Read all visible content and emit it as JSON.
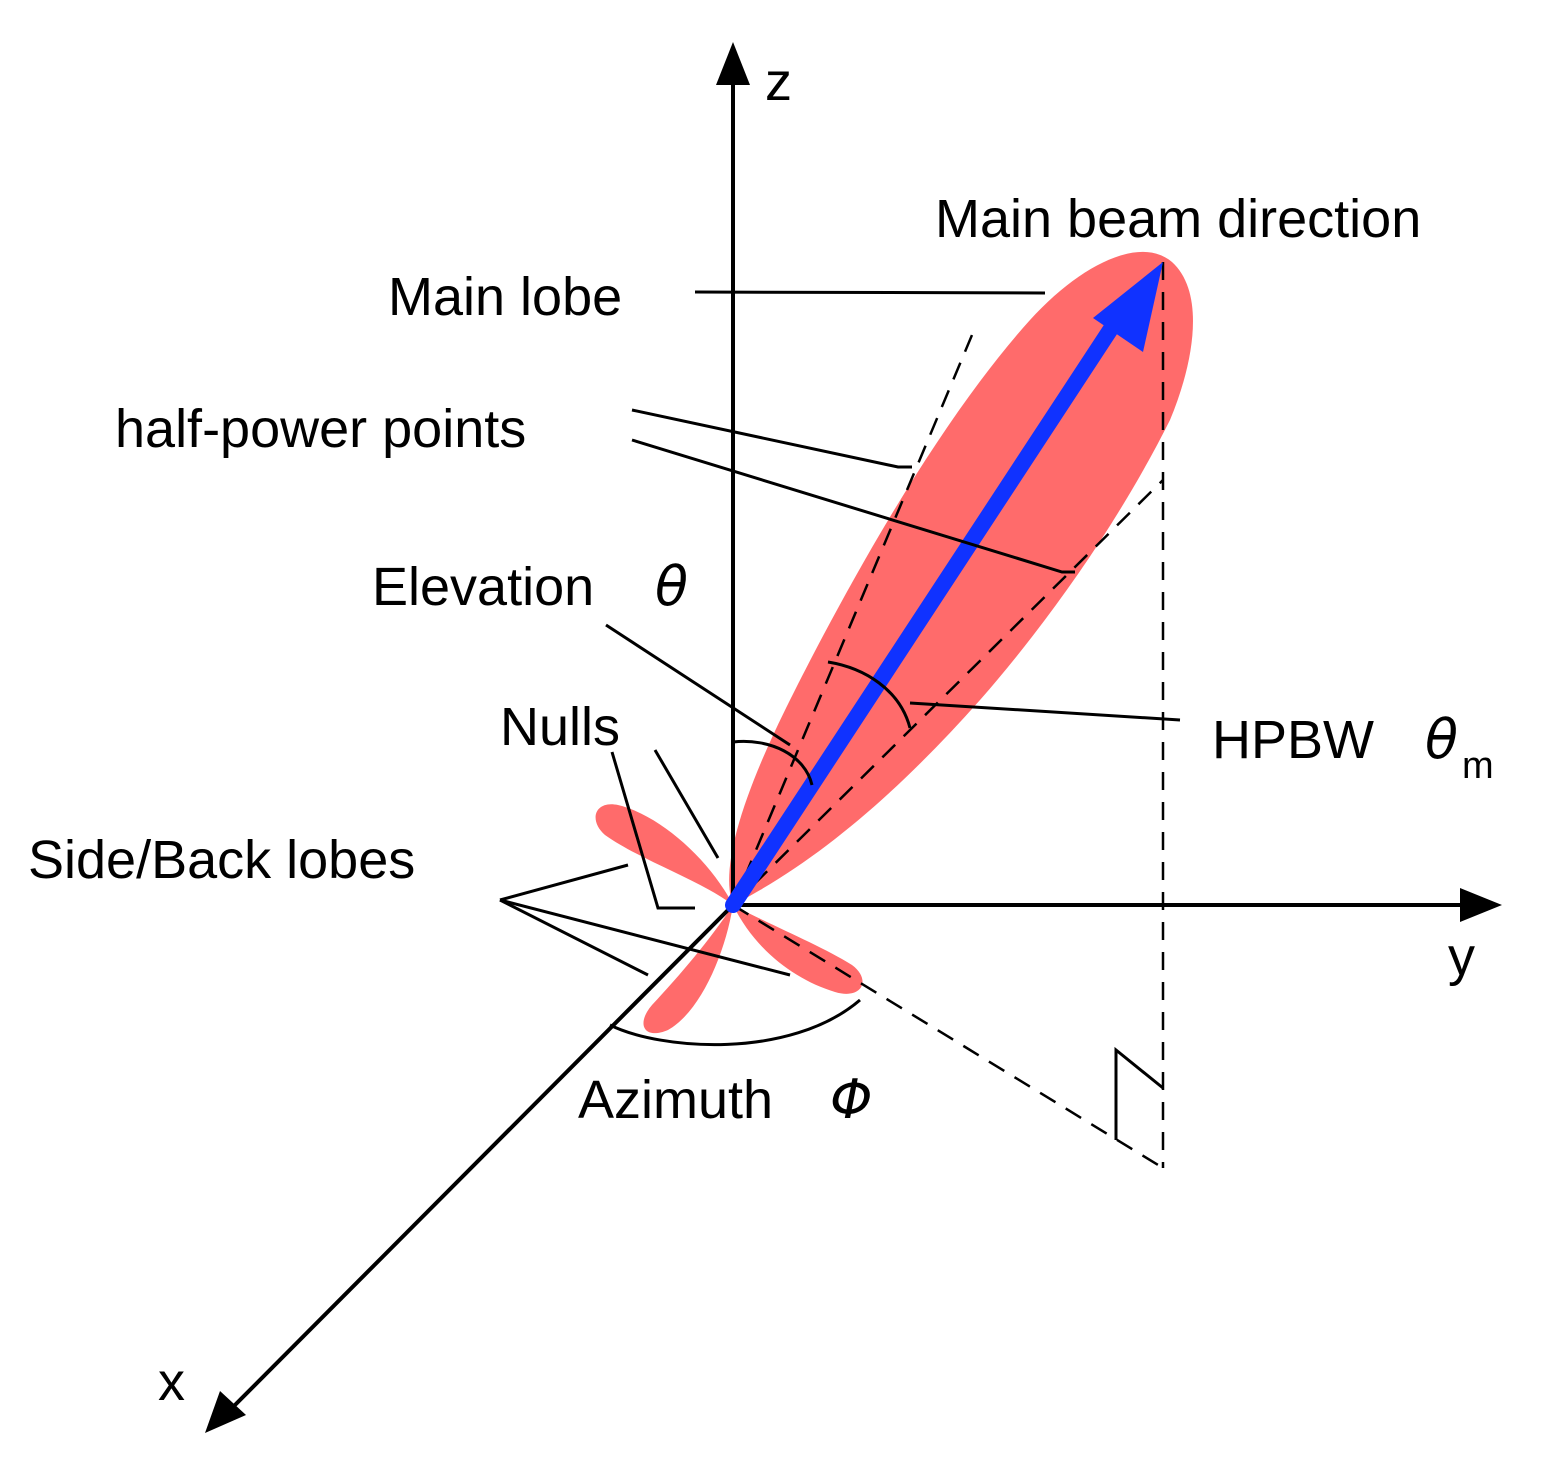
{
  "axes": {
    "z": "z",
    "y": "y",
    "x": "x"
  },
  "labels": {
    "main_beam_direction": "Main beam direction",
    "main_lobe": "Main lobe",
    "half_power_points": "half-power points",
    "elevation": "Elevation",
    "elevation_symbol": "θ",
    "nulls": "Nulls",
    "side_back_lobes": "Side/Back lobes",
    "hpbw": "HPBW",
    "hpbw_symbol": "θ",
    "hpbw_subscript": "m",
    "azimuth": "Azimuth",
    "azimuth_symbol": "Φ"
  },
  "colors": {
    "lobe_fill": "#ff6b6b",
    "beam_arrow": "#1032ff",
    "lines": "#000000"
  }
}
